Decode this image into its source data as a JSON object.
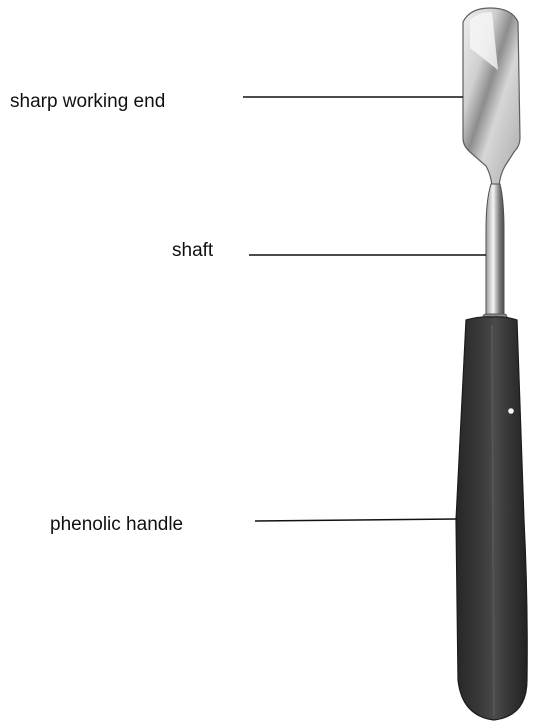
{
  "labels": [
    {
      "id": "sharp-working-end",
      "text": "sharp working end"
    },
    {
      "id": "shaft",
      "text": "shaft"
    },
    {
      "id": "phenolic-handle",
      "text": "phenolic handle"
    }
  ],
  "colors": {
    "background": "#ffffff",
    "text": "#111111",
    "blade_light": "#e9e9e9",
    "blade_mid": "#b8b8b8",
    "blade_dark": "#6f6f6f",
    "handle_dark": "#2b2b2b",
    "handle_mid": "#3d3d3d",
    "handle_light": "#565656"
  },
  "icons": {
    "instrument": "chisel-instrument-icon"
  }
}
